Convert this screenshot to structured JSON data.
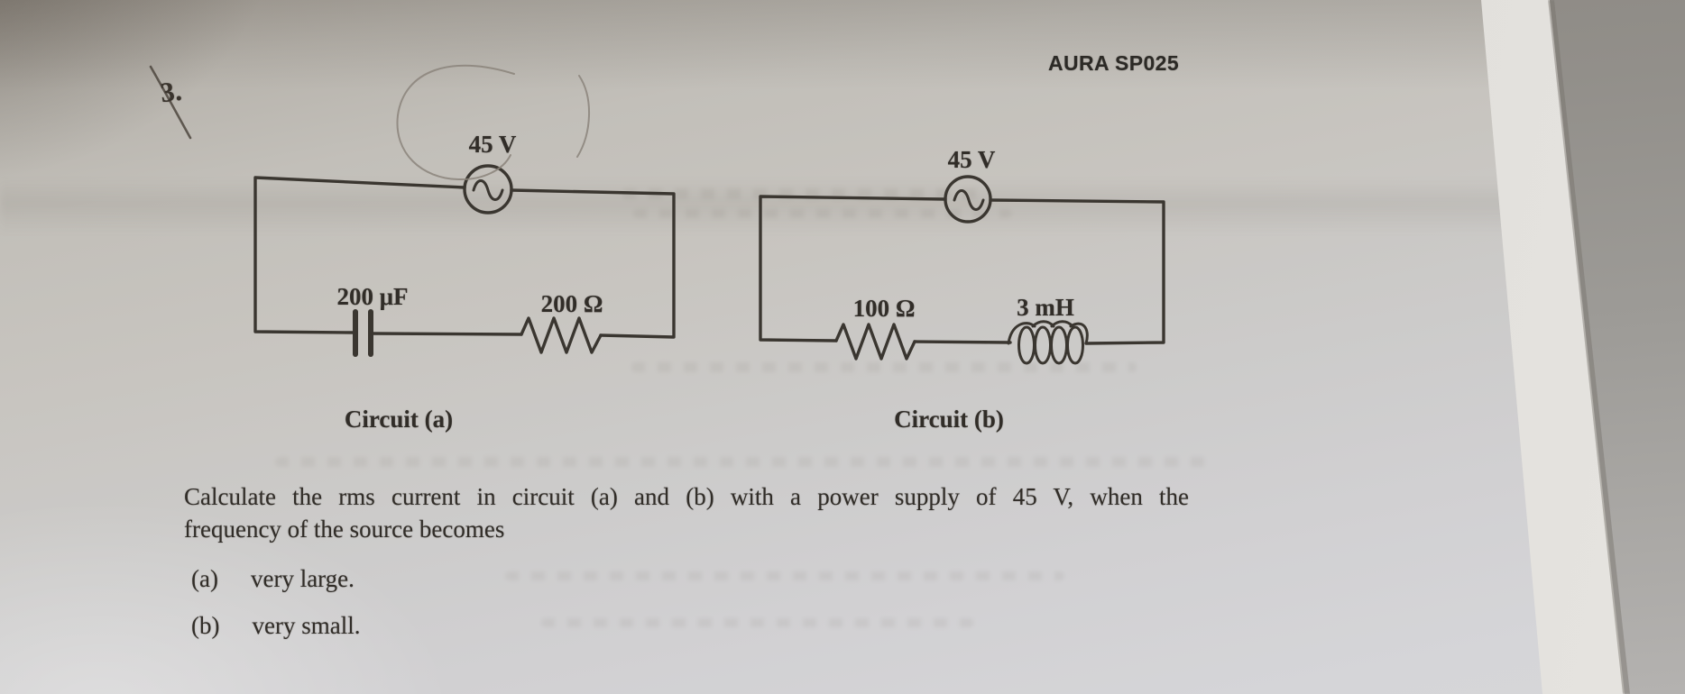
{
  "page": {
    "code": "AURA SP025",
    "question_number": "3."
  },
  "circuit_a": {
    "source_label": "45 V",
    "capacitor_label": "200 μF",
    "resistor_label": "200 Ω",
    "caption": "Circuit (a)"
  },
  "circuit_b": {
    "source_label": "45 V",
    "resistor_label": "100 Ω",
    "inductor_label": "3 mH",
    "caption": "Circuit (b)"
  },
  "question": {
    "line1": "Calculate the rms current in circuit (a) and (b) with a power supply of 45 V, when the",
    "line2": "frequency of the source becomes",
    "items": [
      {
        "label": "(a)",
        "text": "very large."
      },
      {
        "label": "(b)",
        "text": "very small."
      }
    ]
  },
  "colors": {
    "ink": "#3a3630",
    "pencil": "#8b847b",
    "paper": "#c8c5c0"
  }
}
